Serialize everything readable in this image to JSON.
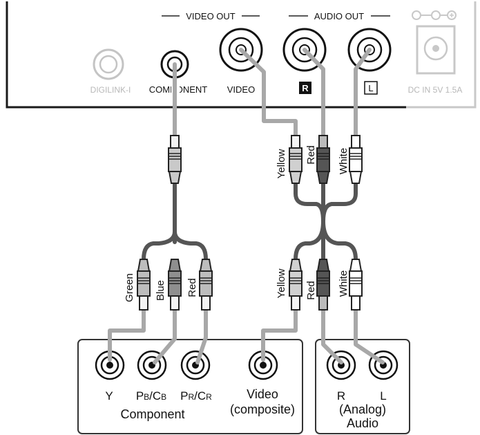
{
  "device": {
    "video_out_label": "VIDEO OUT",
    "audio_out_label": "AUDIO OUT",
    "digilink_label": "DIGILINK-I",
    "component_label": "COMPONENT",
    "video_label": "VIDEO",
    "audio_r_badge": "R",
    "audio_l_badge": "L",
    "dc_in_label": "DC IN 5V 1.5A"
  },
  "cables": {
    "upper": {
      "yellow": "Yellow",
      "red": "Red",
      "white": "White"
    },
    "lower_component": {
      "green": "Green",
      "blue": "Blue",
      "red": "Red"
    },
    "lower_av": {
      "yellow": "Yellow",
      "red": "Red",
      "white": "White"
    }
  },
  "tv_panel": {
    "y_label": "Y",
    "pb_main": "P",
    "pb_sub": "B",
    "pb_slash": "/C",
    "pb_sub2": "B",
    "pr_main": "P",
    "pr_sub": "R",
    "pr_slash": "/C",
    "pr_sub2": "R",
    "component_group": "Component",
    "video_line1": "Video",
    "video_line2": "(composite)",
    "audio_r": "R",
    "audio_l": "L",
    "audio_line1": "(Analog)",
    "audio_line2": "Audio"
  },
  "colors": {
    "panel_border": "#1a1a1a",
    "faded": "#bdbdbd",
    "cable_grey": "#a8a8a8",
    "cable_dark": "#555555"
  }
}
